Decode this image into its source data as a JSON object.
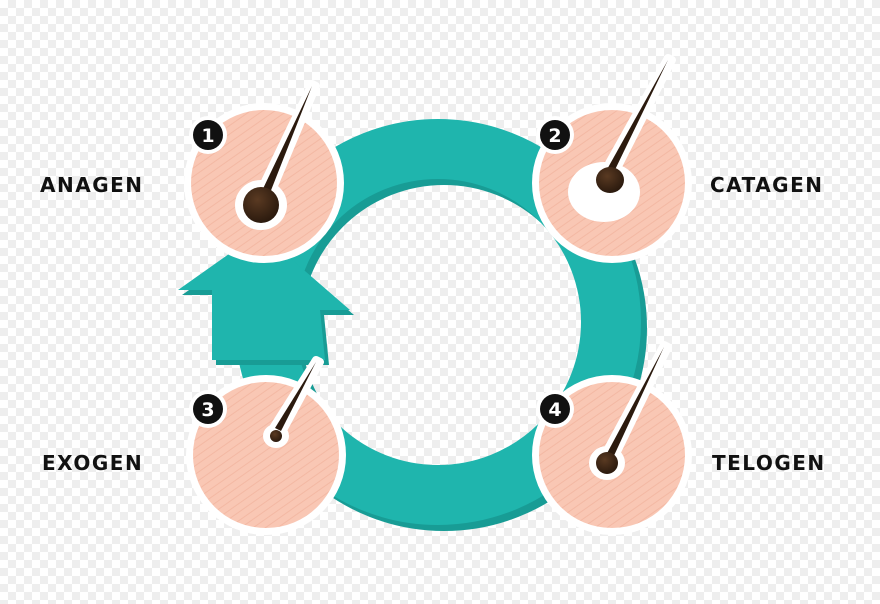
{
  "stages": [
    {
      "number": "1",
      "name": "ANAGEN"
    },
    {
      "number": "2",
      "name": "CATAGEN"
    },
    {
      "number": "3",
      "name": "EXOGEN"
    },
    {
      "number": "4",
      "name": "TELOGEN"
    }
  ],
  "colors": {
    "cycle_arrow": "#1fb5ad",
    "cycle_arrow_shadow": "#189c95",
    "skin": "#f9c7b4",
    "skin_outline": "#ffffff",
    "hair": "#2b1a0e",
    "number_badge": "#111111",
    "label_text": "#111111"
  },
  "icons": {
    "follicle": "hair-follicle-icon",
    "badge": "number-badge"
  }
}
